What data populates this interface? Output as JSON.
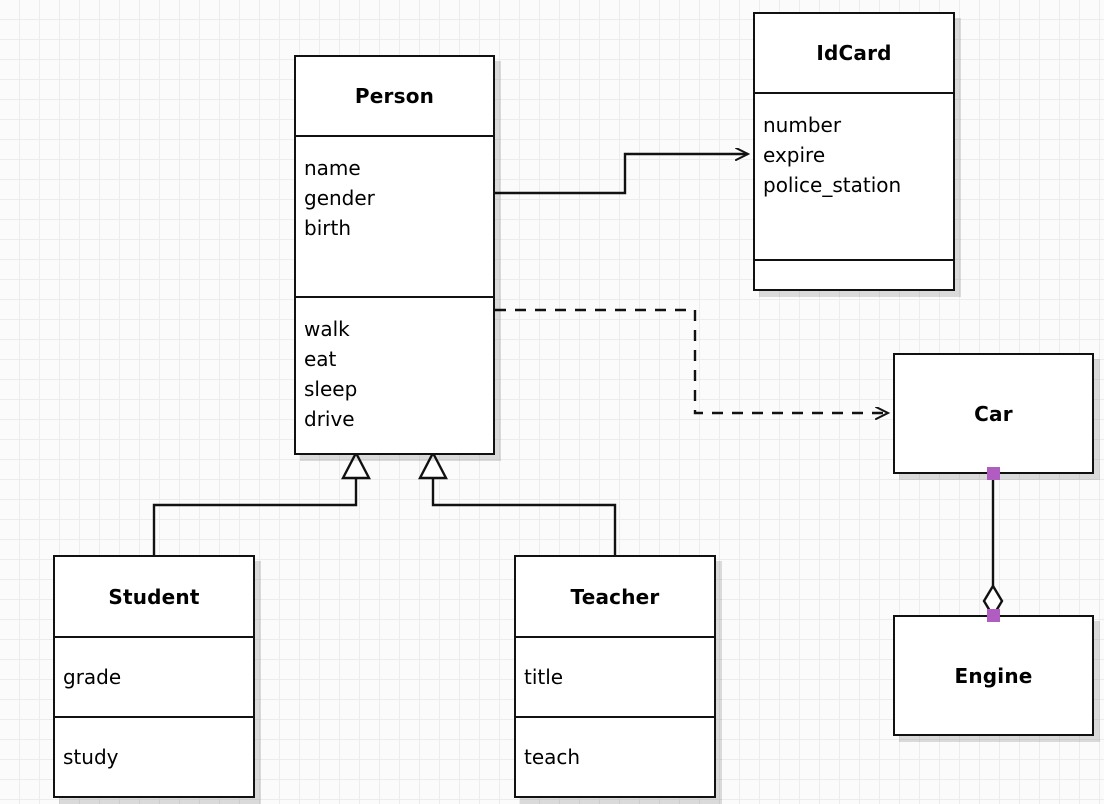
{
  "diagram": {
    "type": "uml-class-diagram",
    "background_color": "#fbfbfb",
    "grid_color": "#ececec",
    "line_color": "#111111",
    "anchor_color": "#b05cc0"
  },
  "classes": {
    "person": {
      "name": "Person",
      "attributes": [
        "name",
        "gender",
        "birth"
      ],
      "methods": [
        "walk",
        "eat",
        "sleep",
        "drive"
      ]
    },
    "idcard": {
      "name": "IdCard",
      "attributes": [
        "number",
        "expire",
        "police_station"
      ],
      "methods": []
    },
    "student": {
      "name": "Student",
      "attributes": [
        "grade"
      ],
      "methods": [
        "study"
      ]
    },
    "teacher": {
      "name": "Teacher",
      "attributes": [
        "title"
      ],
      "methods": [
        "teach"
      ]
    },
    "car": {
      "name": "Car",
      "attributes": [],
      "methods": []
    },
    "engine": {
      "name": "Engine",
      "attributes": [],
      "methods": []
    }
  },
  "relations": [
    {
      "id": "person-idcard",
      "kind": "association",
      "from": "Person",
      "to": "IdCard",
      "style": "solid",
      "arrowhead": "open-arrow"
    },
    {
      "id": "person-car",
      "kind": "dependency",
      "from": "Person",
      "to": "Car",
      "style": "dashed",
      "arrowhead": "open-arrow"
    },
    {
      "id": "student-person",
      "kind": "generalization",
      "from": "Student",
      "to": "Person",
      "style": "solid",
      "arrowhead": "hollow-triangle"
    },
    {
      "id": "teacher-person",
      "kind": "generalization",
      "from": "Teacher",
      "to": "Person",
      "style": "solid",
      "arrowhead": "hollow-triangle"
    },
    {
      "id": "car-engine",
      "kind": "aggregation",
      "from": "Car",
      "to": "Engine",
      "style": "solid",
      "arrowhead": "hollow-diamond"
    }
  ]
}
